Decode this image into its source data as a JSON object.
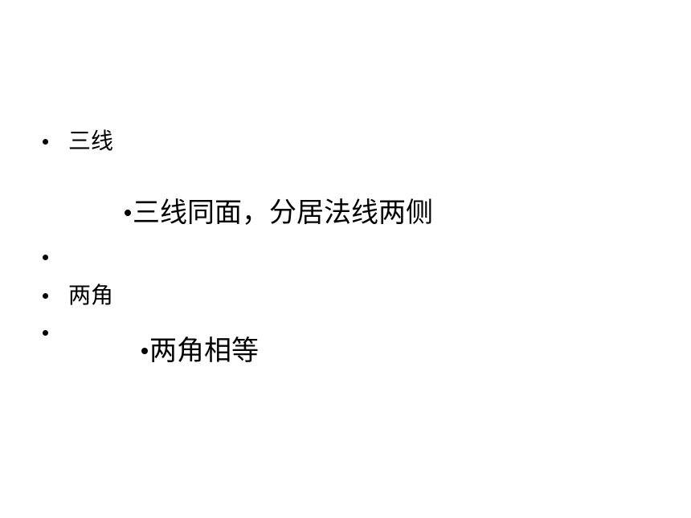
{
  "outline": {
    "item1": {
      "label": "三线"
    },
    "sub1": {
      "text": "三线同面，分居法线两侧"
    },
    "item2": {
      "label": ""
    },
    "item3": {
      "label": "两角"
    },
    "item4": {
      "label": ""
    },
    "sub2": {
      "text": "两角相等"
    }
  }
}
